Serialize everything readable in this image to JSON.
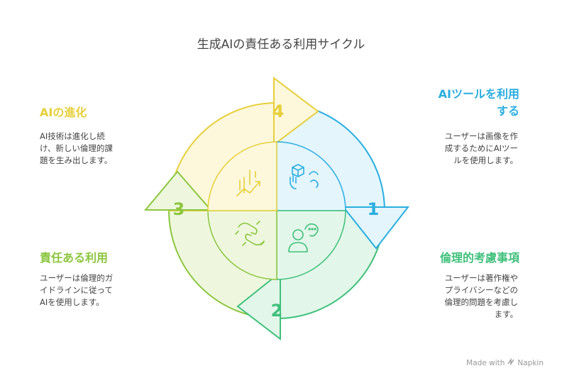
{
  "title": "生成AIの責任ある利用サイクル",
  "colors": {
    "blue": "#29aee0",
    "green": "#3ec07a",
    "lime": "#8cc63f",
    "yellow": "#e6cf3a"
  },
  "sections": {
    "top_right": {
      "number": "1",
      "heading_line1": "AIツールを利用",
      "heading_line2": "する",
      "desc_line1": "ユーザーは画像を作",
      "desc_line2": "成するためにAIツー",
      "desc_line3": "ルを使用します。",
      "icon": "cube-hand-image-icon"
    },
    "bottom_right": {
      "number": "2",
      "heading": "倫理的考慮事項",
      "desc_line1": "ユーザーは著作権や",
      "desc_line2": "プライバシーなどの",
      "desc_line3": "倫理的問題を考慮し",
      "desc_line4": "ます。",
      "icon": "thinking-person-icon"
    },
    "bottom_left": {
      "number": "3",
      "heading": "責任ある利用",
      "desc_line1": "ユーザーは倫理的ガ",
      "desc_line2": "イドラインに従って",
      "desc_line3": "AIを使用します。",
      "icon": "handshake-icon"
    },
    "top_left": {
      "number": "4",
      "heading": "AIの進化",
      "desc_line1": "AI技術は進化し続",
      "desc_line2": "け、新しい倫理的課",
      "desc_line3": "題を生み出します。",
      "icon": "growth-chart-icon"
    }
  },
  "watermark": {
    "prefix": "Made with",
    "brand": "Napkin"
  }
}
